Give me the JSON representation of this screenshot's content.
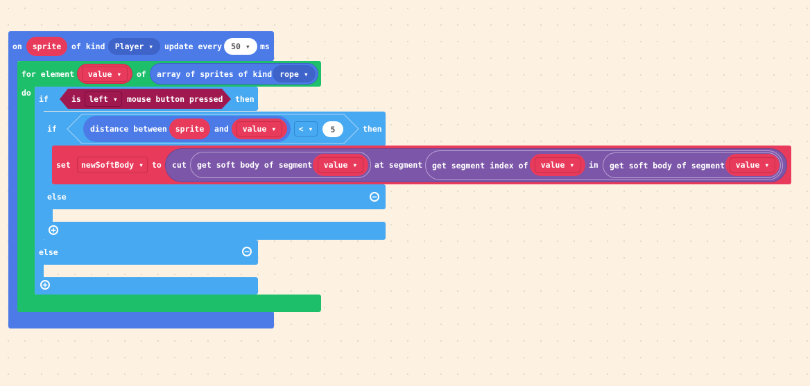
{
  "event": {
    "on": "on",
    "sprite": "sprite",
    "of_kind": "of kind",
    "kind": "Player",
    "update_every": "update every",
    "interval": "50",
    "ms": "ms"
  },
  "for_loop": {
    "label": "for element",
    "var": "value",
    "of": "of",
    "do": "do",
    "array_label": "array of sprites of kind",
    "kind": "rope"
  },
  "if1": {
    "if": "if",
    "is": "is",
    "button": "left",
    "pressed": "mouse button pressed",
    "then": "then",
    "else": "else"
  },
  "if2": {
    "if": "if",
    "distance": "distance between",
    "sprite": "sprite",
    "and": "and",
    "var": "value",
    "op": "<",
    "num": "5",
    "then": "then",
    "else": "else"
  },
  "set": {
    "set": "set",
    "var": "newSoftBody",
    "to": "to",
    "cut": "cut",
    "get_body1": "get soft body of segment",
    "v1": "value",
    "at_segment": "at segment",
    "get_index": "get segment index of",
    "v2": "value",
    "in": "in",
    "get_body2": "get soft body of segment",
    "v3": "value"
  },
  "arrow": "▾"
}
